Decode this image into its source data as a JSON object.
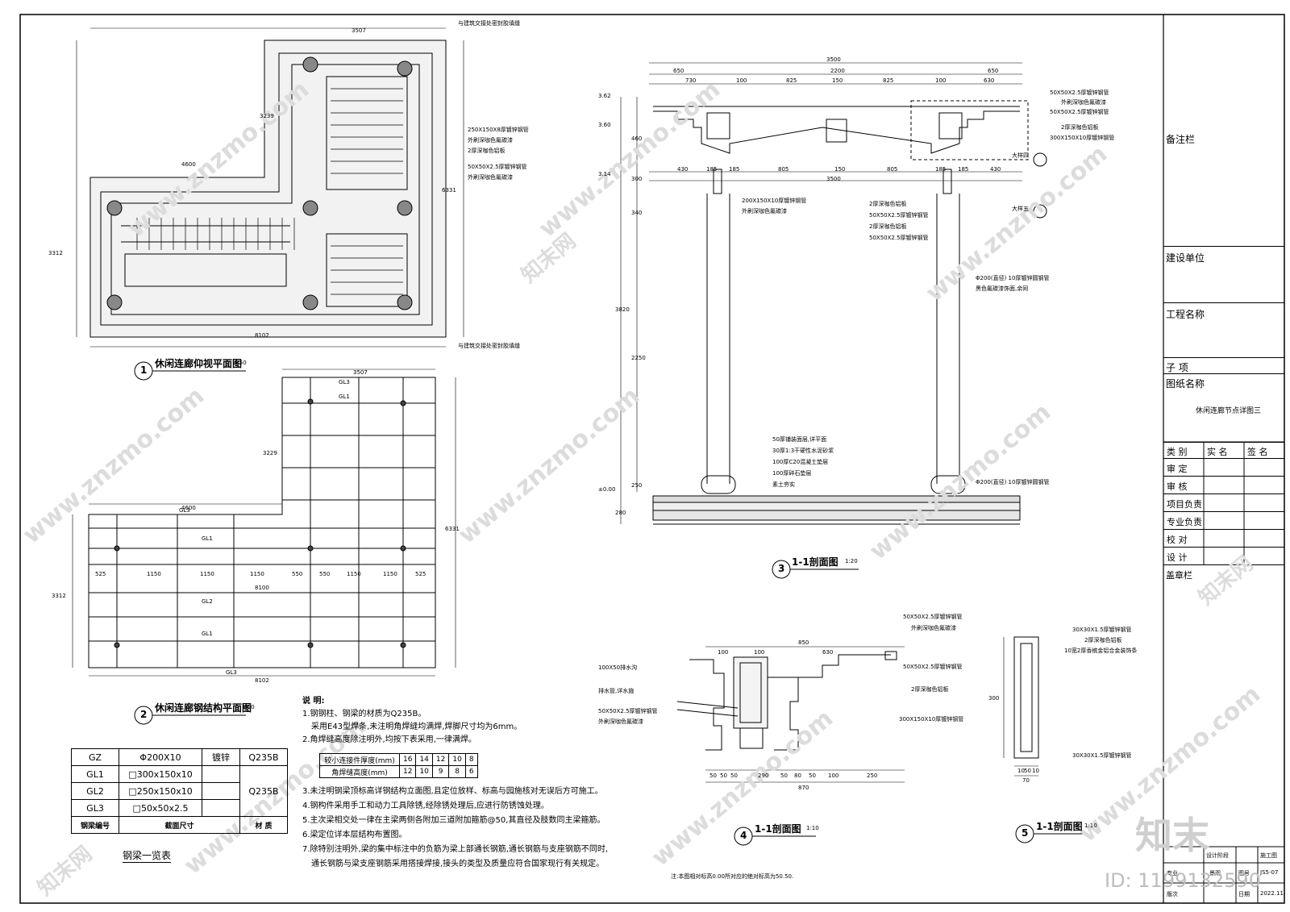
{
  "drawings": {
    "plan1": {
      "num": "1",
      "title": "休闲连廊仰视平面图",
      "scale": "1:50"
    },
    "plan2": {
      "num": "2",
      "title": "休闲连廊钢结构平面图",
      "scale": "1:50"
    },
    "sec3": {
      "num": "3",
      "title": "1-1剖面图",
      "scale": "1:20"
    },
    "sec4": {
      "num": "4",
      "title": "1-1剖面图",
      "scale": "1:10"
    },
    "sec5": {
      "num": "5",
      "title": "1-1剖面图",
      "scale": "1:10"
    }
  },
  "plan1_labels": {
    "top_note": "与建筑交接处密封胶填缝",
    "bottom_note": "与建筑交接处密封胶填缝",
    "pipe1": "250X150X8厚镀锌钢管",
    "paint1": "外刷深咖色氟碳漆",
    "alu1": "2厚深咖色铝板",
    "pipe2": "50X50X2.5厚镀锌钢管",
    "paint2": "外刷深咖色氟碳漆",
    "dim_top": "3507",
    "dim_left": "4600",
    "dim_bottom": "8102",
    "dim_h1": "3239",
    "dim_h2": "6331",
    "dim_h3": "3312"
  },
  "plan2_labels": {
    "dim_top": "3507",
    "dim_left": "4600",
    "dim_mid": "8100",
    "dim_bottom": "8102",
    "dim_h1": "3229",
    "dim_h2": "6331",
    "dim_h3": "3312",
    "gl1": "GL1",
    "gl2": "GL2",
    "gl3": "GL3",
    "spans": [
      "525",
      "1150",
      "1150",
      "1150",
      "550",
      "550",
      "1150",
      "1150",
      "525"
    ]
  },
  "sec3_labels": {
    "dim_total": "3500",
    "dims_top": [
      "650",
      "2200",
      "650"
    ],
    "dims_sub": [
      "730",
      "100",
      "825",
      "150",
      "825",
      "100",
      "630"
    ],
    "dims_low": [
      "430",
      "185",
      "185",
      "805",
      "150",
      "805",
      "185",
      "185",
      "430"
    ],
    "dim_inner": "3500",
    "el1": "3.62",
    "el2": "3.60",
    "el3": "3.14",
    "el0": "±0.00",
    "pipe_top1": "50X50X2.5厚镀锌钢管",
    "paint_top1": "外刷深咖色氟碳漆",
    "pipe_top2": "50X50X2.5厚镀锌钢管",
    "alu_top": "2厚深咖色铝板",
    "pipe_top3": "300X150X10厚镀锌钢管",
    "detail4": "大样四",
    "detail5": "大样五",
    "beam_left": "200X150X10厚镀锌钢管",
    "beam_left_paint": "外刷深咖色氟碳漆",
    "mid1": "2厚深咖色铝板",
    "mid2": "50X50X2.5厚镀锌钢管",
    "mid3": "2厚深咖色铝板",
    "mid4": "50X50X2.5厚镀锌钢管",
    "column": "Φ200(直径)  10厚镀锌圆钢管",
    "column_paint": "黑色氟碳漆饰面,余同",
    "column2": "Φ200(直径)  10厚镀锌圆钢管",
    "layer1": "50厚铺装面层,详平面",
    "layer2": "30厚1:3干硬性水泥砂浆",
    "layer3": "100厚C20混凝土垫层",
    "layer4": "100厚碎石垫层",
    "layer5": "素土夯实",
    "h1": "460",
    "h2": "300",
    "h3": "340",
    "h4": "3820",
    "h5": "2250",
    "h6": "250",
    "h7": "280"
  },
  "sec4_labels": {
    "pipe_a": "50X50X2.5厚镀锌钢管",
    "paint_a": "外刷深咖色氟碳漆",
    "pipe_b": "50X50X2.5厚镀锌钢管",
    "alu": "2厚深咖色铝板",
    "pipe_c": "300X150X10厚镀锌钢管",
    "drain": "100X50排水沟",
    "drain_pipe": "排水管,详水施",
    "pipe_d": "50X50X2.5厚镀锌钢管",
    "paint_d": "外刷深咖色氟碳漆",
    "dim_top": "850",
    "dims_top": [
      "100",
      "100",
      "630"
    ],
    "dim_bottom": "870",
    "dims_bottom": [
      "50",
      "50",
      "50",
      "290",
      "50",
      "80",
      "50",
      "100",
      "250"
    ]
  },
  "sec5_labels": {
    "pipe_a": "30X30X1.5厚镀锌钢管",
    "alu": "2厚深咖色铝板",
    "deco": "10宽2厚香槟金铝合金装饰条",
    "pipe_b": "30X30X1.5厚镀锌钢管",
    "dim_h": "300",
    "dim_w": "70",
    "dims": [
      "10",
      "50",
      "10"
    ]
  },
  "beam_table": {
    "caption": "钢梁一览表",
    "rows": [
      {
        "id": "GZ",
        "section": "Φ200X10",
        "finish": "镀锌",
        "material": "Q235B"
      },
      {
        "id": "GL1",
        "section": "□300x150x10",
        "finish": "",
        "material": ""
      },
      {
        "id": "GL2",
        "section": "□250x150x10",
        "finish": "",
        "material": "Q235B"
      },
      {
        "id": "GL3",
        "section": "□50x50x2.5",
        "finish": "",
        "material": ""
      }
    ],
    "head_id": "钢梁编号",
    "head_section": "截面尺寸",
    "head_material": "材 质"
  },
  "notes": {
    "heading": "说  明:",
    "n1": "1.钢钢柱、钢梁的材质为Q235B。",
    "n1b": "采用E43型焊条,未注明角焊缝均满焊,焊脚尺寸均为6mm。",
    "n2": "2.角焊缝高度除注明外,均按下表采用,一律满焊。",
    "weld_head1": "较小连接件厚度(mm)",
    "weld_head2": "角焊缝高度(mm)",
    "weld_t": [
      "16",
      "14",
      "12",
      "10",
      "8"
    ],
    "weld_h": [
      "12",
      "10",
      "9",
      "8",
      "6"
    ],
    "n3": "3.未注明钢梁顶标高详钢结构立面图,且定位放样、标高与园施核对无误后方可施工。",
    "n4": "4.钢构件采用手工和动力工具除锈,经除锈处理后,应进行防锈蚀处理。",
    "n5": "5.主次梁相交处一律在主梁两侧各附加三道附加箍筋@50,其直径及肢数同主梁箍筋。",
    "n6": "6.梁定位详本层结构布置图。",
    "n7": "7.除特别注明外,梁的集中标注中的负筋为梁上部通长钢筋,通长钢筋与支座钢筋不同时,",
    "n7b": "通长钢筋与梁支座钢筋采用搭接焊接,接头的类型及质量应符合国家现行有关规定。",
    "footnote": "注:本图相对标高0.00所对应的绝对标高为50.50."
  },
  "title_block": {
    "remarks": "备注栏",
    "client": "建设单位",
    "project": "工程名称",
    "sub": "子  项",
    "drawing_name": "图纸名称",
    "drawing_title": "休闲连廊节点详图三",
    "col1": "类  别",
    "col2": "实  名",
    "col3": "签  名",
    "roles": [
      "审  定",
      "审  核",
      "项目负责",
      "专业负责",
      "校  对",
      "设  计"
    ],
    "stamp": "盖章栏",
    "stage_lbl": "设计阶段",
    "stage": "施工图",
    "major_lbl": "专业",
    "major": "景观",
    "no_lbl": "图号",
    "no": "JS5-07",
    "ver_lbl": "版次",
    "date_lbl": "日期",
    "date": "2022.11"
  },
  "watermark": {
    "logo": "知末",
    "id": "ID: 1199132590",
    "site": "www.znzmo.com",
    "brand": "知末网"
  }
}
